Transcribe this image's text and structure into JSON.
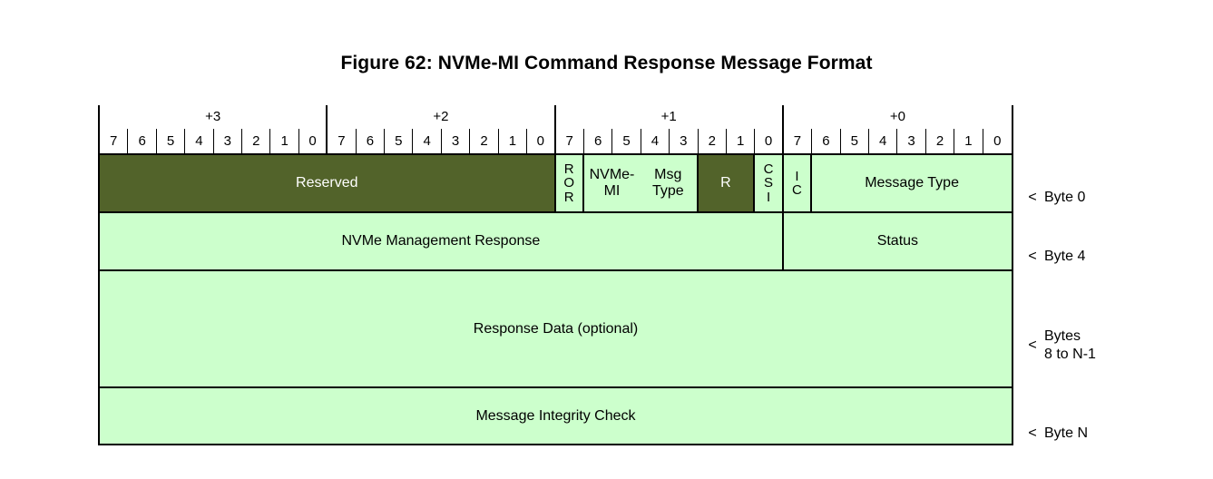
{
  "figure": {
    "title": "Figure 62: NVMe-MI Command Response Message Format"
  },
  "colors": {
    "field_fill": "#ccffcc",
    "reserved_fill": "#52632a",
    "border": "#000000",
    "reserved_text": "#ffffff"
  },
  "table": {
    "byte_groups": [
      {
        "label": "+3"
      },
      {
        "label": "+2"
      },
      {
        "label": "+1"
      },
      {
        "label": "+0"
      }
    ],
    "bit_labels": [
      "7",
      "6",
      "5",
      "4",
      "3",
      "2",
      "1",
      "0"
    ],
    "bit_header": [
      "7",
      "6",
      "5",
      "4",
      "3",
      "2",
      "1",
      "0",
      "7",
      "6",
      "5",
      "4",
      "3",
      "2",
      "1",
      "0",
      "7",
      "6",
      "5",
      "4",
      "3",
      "2",
      "1",
      "0",
      "7",
      "6",
      "5",
      "4",
      "3",
      "2",
      "1",
      "0"
    ],
    "rows": [
      {
        "byte_label": "Byte 0",
        "caret": "<",
        "fields": [
          {
            "name": "reserved",
            "label": "Reserved",
            "bits": 16,
            "style": "dark",
            "orientation": "horizontal"
          },
          {
            "name": "ror",
            "label": "ROR",
            "bits": 1,
            "style": "light",
            "orientation": "stacked"
          },
          {
            "name": "nvme-mi-msg-type",
            "label": "NVMe-MI\nMsg Type",
            "bits": 4,
            "style": "light",
            "orientation": "horizontal"
          },
          {
            "name": "r",
            "label": "R",
            "bits": 2,
            "style": "dark",
            "orientation": "horizontal"
          },
          {
            "name": "csi",
            "label": "CSI",
            "bits": 1,
            "style": "light",
            "orientation": "stacked"
          },
          {
            "name": "ic",
            "label": "IC",
            "bits": 1,
            "style": "light",
            "orientation": "stacked"
          },
          {
            "name": "message-type",
            "label": "Message Type",
            "bits": 7,
            "style": "light",
            "orientation": "horizontal"
          }
        ]
      },
      {
        "byte_label": "Byte 4",
        "caret": "<",
        "fields": [
          {
            "name": "nvme-management-response",
            "label": "NVMe Management Response",
            "bits": 24,
            "style": "light",
            "orientation": "horizontal"
          },
          {
            "name": "status",
            "label": "Status",
            "bits": 8,
            "style": "light",
            "orientation": "horizontal"
          }
        ]
      },
      {
        "byte_label": "Bytes\n8 to N-1",
        "caret": "<",
        "fields": [
          {
            "name": "response-data",
            "label": "Response Data (optional)",
            "bits": 32,
            "style": "light",
            "orientation": "horizontal"
          }
        ]
      },
      {
        "byte_label": "Byte N",
        "caret": "<",
        "fields": [
          {
            "name": "message-integrity-check",
            "label": "Message Integrity Check",
            "bits": 32,
            "style": "light",
            "orientation": "horizontal"
          }
        ]
      }
    ]
  }
}
